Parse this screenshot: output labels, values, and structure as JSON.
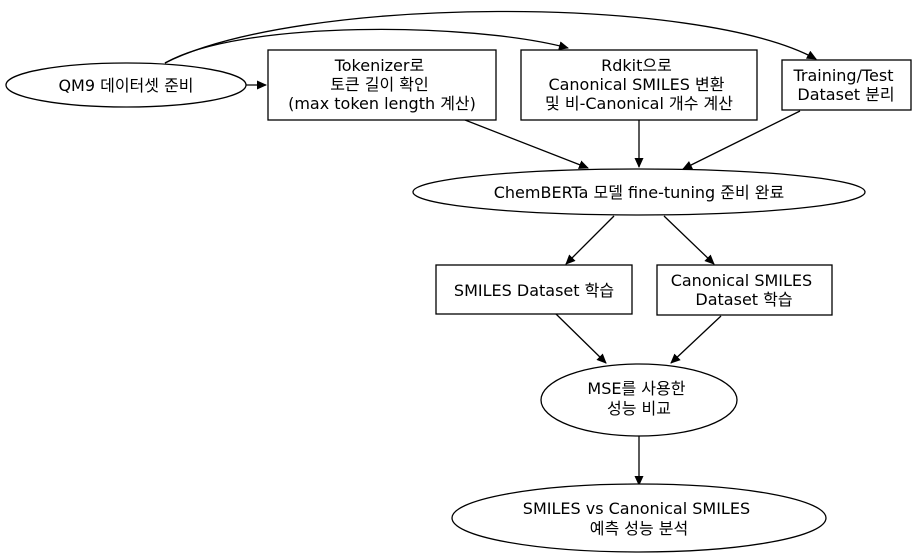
{
  "nodes": [
    {
      "id": "qm9",
      "lines": [
        "QM9 데이터셋 준비"
      ]
    },
    {
      "id": "tokenizer",
      "lines": [
        "Tokenizer로",
        "토큰 길이 확인",
        "(max token length 계산)"
      ]
    },
    {
      "id": "rdkit",
      "lines": [
        "Rdkit으로",
        "Canonical SMILES 변환",
        "및 비-Canonical 개수 계산"
      ]
    },
    {
      "id": "split",
      "lines": [
        "Training/Test",
        "Dataset 분리"
      ]
    },
    {
      "id": "ready",
      "lines": [
        "ChemBERTa 모델 fine-tuning 준비 완료"
      ]
    },
    {
      "id": "smiles_train",
      "lines": [
        "SMILES Dataset 학습"
      ]
    },
    {
      "id": "canon_train",
      "lines": [
        "Canonical SMILES",
        "Dataset 학습"
      ]
    },
    {
      "id": "mse",
      "lines": [
        "MSE를 사용한",
        "성능 비교"
      ]
    },
    {
      "id": "analysis",
      "lines": [
        "SMILES vs Canonical SMILES",
        "예측 성능 분석"
      ]
    }
  ],
  "edges": [
    {
      "from": "qm9",
      "to": "tokenizer"
    },
    {
      "from": "qm9",
      "to": "rdkit"
    },
    {
      "from": "qm9",
      "to": "split"
    },
    {
      "from": "tokenizer",
      "to": "ready"
    },
    {
      "from": "rdkit",
      "to": "ready"
    },
    {
      "from": "split",
      "to": "ready"
    },
    {
      "from": "ready",
      "to": "smiles_train"
    },
    {
      "from": "ready",
      "to": "canon_train"
    },
    {
      "from": "smiles_train",
      "to": "mse"
    },
    {
      "from": "canon_train",
      "to": "mse"
    },
    {
      "from": "mse",
      "to": "analysis"
    }
  ]
}
